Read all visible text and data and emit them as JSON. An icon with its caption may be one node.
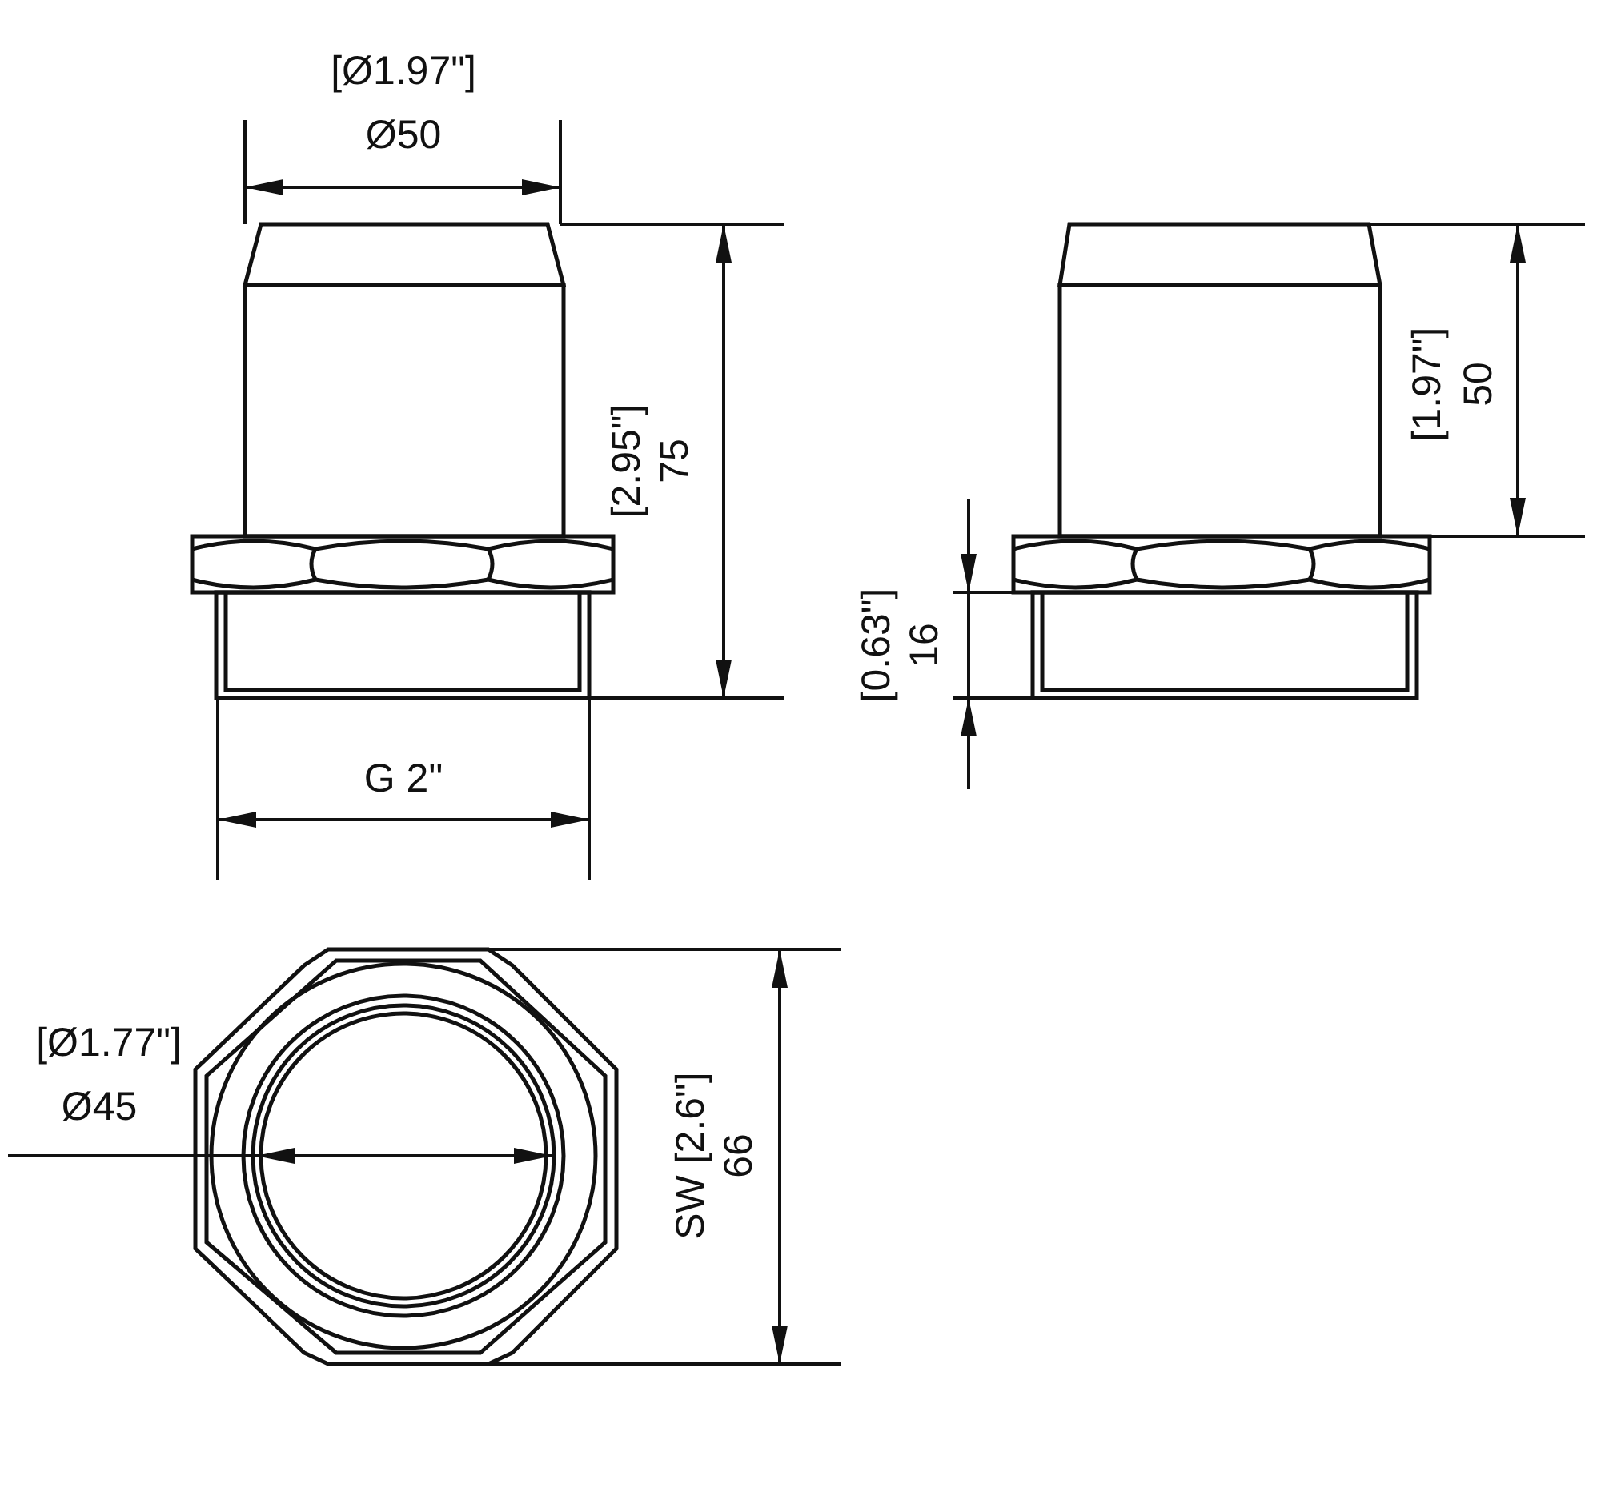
{
  "diagram": {
    "labels": [
      "[Ø1.97\"]",
      "Ø50",
      "[2.95\"]",
      "75",
      "[1.97\"]",
      "50",
      "[0.63\"]",
      "16",
      "G 2\"",
      "[Ø1.77\"]",
      "Ø45",
      "SW [2.6\"]",
      "66"
    ]
  }
}
